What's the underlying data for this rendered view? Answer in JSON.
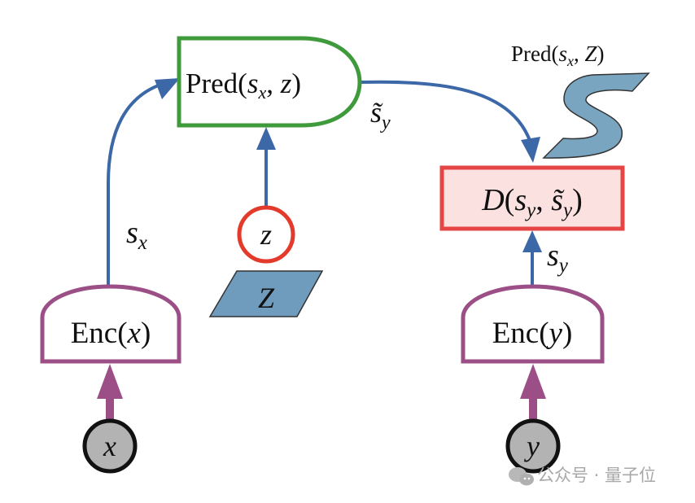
{
  "diagram": {
    "nodes": {
      "x_input": {
        "label": "x",
        "fill": "#b3b3b3",
        "stroke": "#111111"
      },
      "y_input": {
        "label": "y",
        "fill": "#b3b3b3",
        "stroke": "#111111"
      },
      "enc_x": {
        "name": "Enc",
        "arg": "x",
        "stroke": "#9b4f86"
      },
      "enc_y": {
        "name": "Enc",
        "arg": "y",
        "stroke": "#9b4f86"
      },
      "pred": {
        "name": "Pred",
        "arg_s": "s",
        "arg_sub": "x",
        "arg2": "z",
        "stroke": "#3f9a3b"
      },
      "latent_z": {
        "label": "z",
        "stroke": "#e43a2c"
      },
      "latent_set": {
        "label": "Z",
        "fill": "#6f9bbd",
        "stroke": "#333333"
      },
      "distance": {
        "name": "D",
        "arg1": "s",
        "arg1_sub": "y",
        "arg2": "s̃",
        "arg2_sub": "y",
        "fill": "#fbe1e0",
        "stroke": "#e64545"
      },
      "pred_set": {
        "name": "Pred",
        "arg_s": "s",
        "arg_sub": "x",
        "arg2": "Z",
        "fill": "#7aa5c1"
      }
    },
    "edges": {
      "sx_label": {
        "s": "s",
        "sub": "x"
      },
      "sy_label": {
        "s": "s",
        "sub": "y"
      },
      "sy_tilde_label": {
        "s": "s̃",
        "sub": "y"
      }
    },
    "colors": {
      "arrow_blue": "#3d68a8",
      "arrow_purple": "#9b4f86"
    }
  },
  "watermark": {
    "text": "公众号 · 量子位"
  }
}
